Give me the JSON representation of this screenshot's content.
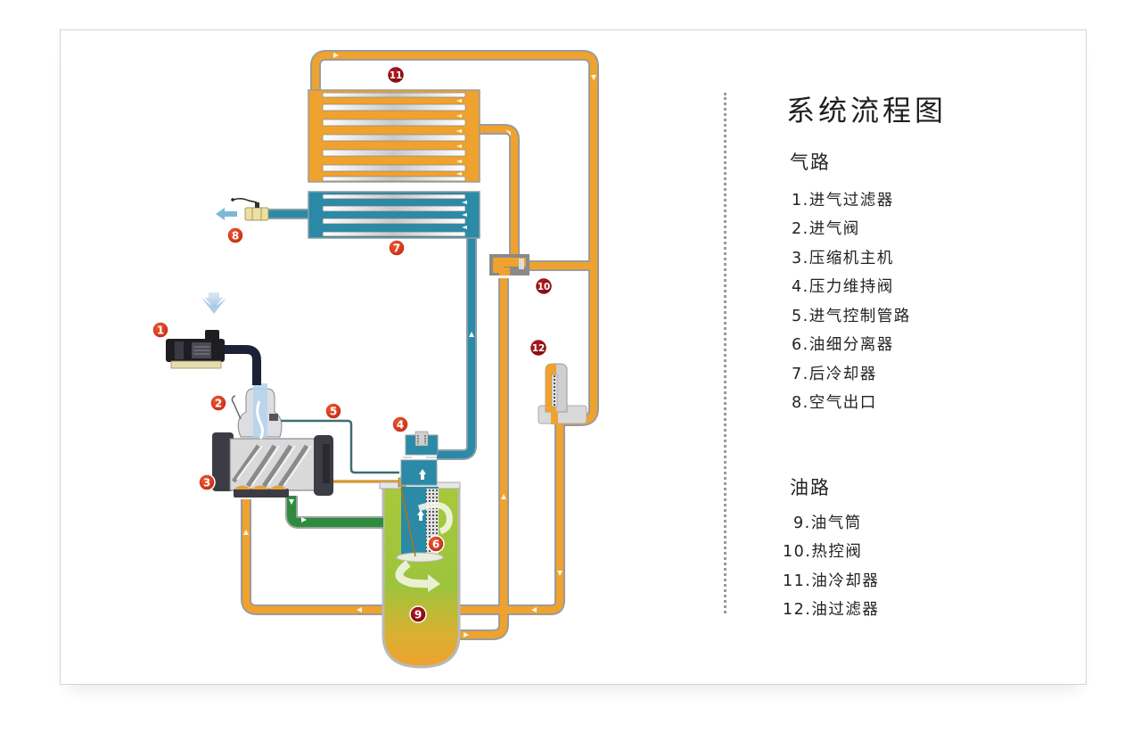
{
  "title": "系统流程图",
  "air_path": {
    "heading": "气路",
    "items": [
      {
        "num": "1.",
        "label": "进气过滤器"
      },
      {
        "num": "2.",
        "label": "进气阀"
      },
      {
        "num": "3.",
        "label": "压缩机主机"
      },
      {
        "num": "4.",
        "label": "压力维持阀"
      },
      {
        "num": "5.",
        "label": "进气控制管路"
      },
      {
        "num": "6.",
        "label": "油细分离器"
      },
      {
        "num": "7.",
        "label": "后冷却器"
      },
      {
        "num": "8.",
        "label": "空气出口"
      }
    ]
  },
  "oil_path": {
    "heading": "油路",
    "items": [
      {
        "num": "9.",
        "label": "油气筒"
      },
      {
        "num": "10.",
        "label": "热控阀"
      },
      {
        "num": "11.",
        "label": "油冷却器"
      },
      {
        "num": "12.",
        "label": "油过滤器"
      }
    ]
  },
  "badges": {
    "b1": "1",
    "b2": "2",
    "b3": "3",
    "b4": "4",
    "b5": "5",
    "b6": "6",
    "b7": "7",
    "b8": "8",
    "b9": "9",
    "b10": "10",
    "b11": "11",
    "b12": "12"
  },
  "colors": {
    "oil": "#f0a22e",
    "air": "#2a8aa8",
    "badge_air": "#d9341c",
    "badge_oil": "#8c0f12",
    "green_pipe": "#2e8b3e"
  }
}
